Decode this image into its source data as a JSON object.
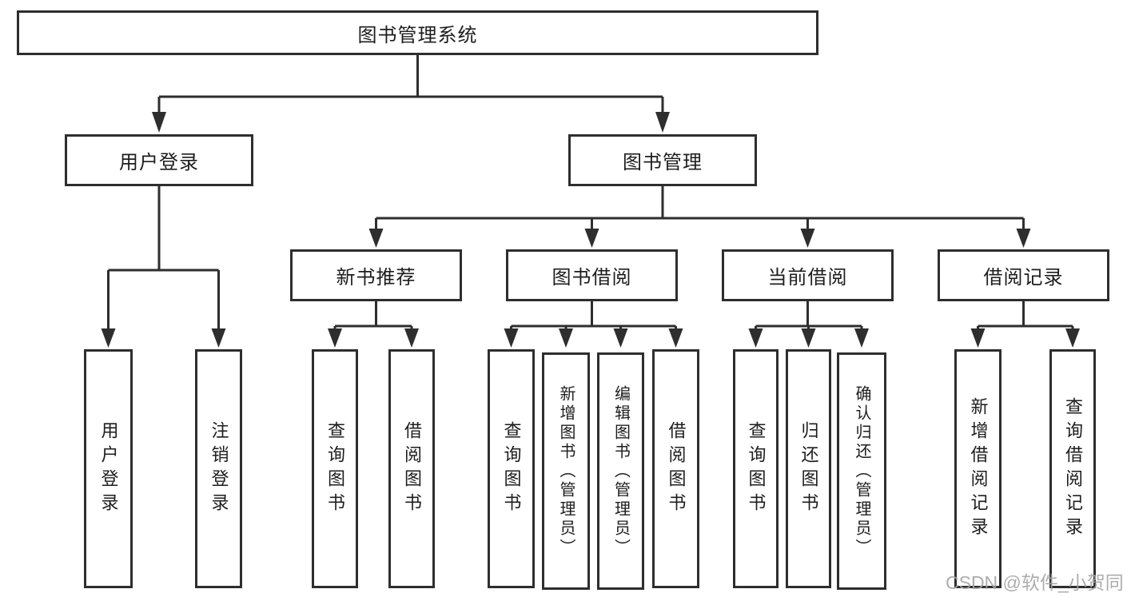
{
  "tree": {
    "label": "图书管理系统",
    "children": [
      {
        "label": "用户登录",
        "children": [
          {
            "label": "用户登录"
          },
          {
            "label": "注销登录"
          }
        ]
      },
      {
        "label": "图书管理",
        "children": [
          {
            "label": "新书推荐",
            "children": [
              {
                "label": "查询图书"
              },
              {
                "label": "借阅图书"
              }
            ]
          },
          {
            "label": "图书借阅",
            "children": [
              {
                "label": "查询图书"
              },
              {
                "label": "新增图书（管理员）"
              },
              {
                "label": "编辑图书（管理员）"
              },
              {
                "label": "借阅图书"
              }
            ]
          },
          {
            "label": "当前借阅",
            "children": [
              {
                "label": "查询图书"
              },
              {
                "label": "归还图书"
              },
              {
                "label": "确认归还（管理员）"
              }
            ]
          },
          {
            "label": "借阅记录",
            "children": [
              {
                "label": "新增借阅记录"
              },
              {
                "label": "查询借阅记录"
              }
            ]
          }
        ]
      }
    ]
  },
  "colors": {
    "line": "#2e2e2e",
    "text": "#1d1d1d",
    "watermark": "#a4a4a4"
  },
  "watermark": {
    "text": "CSDN @软件_小贺同学"
  }
}
